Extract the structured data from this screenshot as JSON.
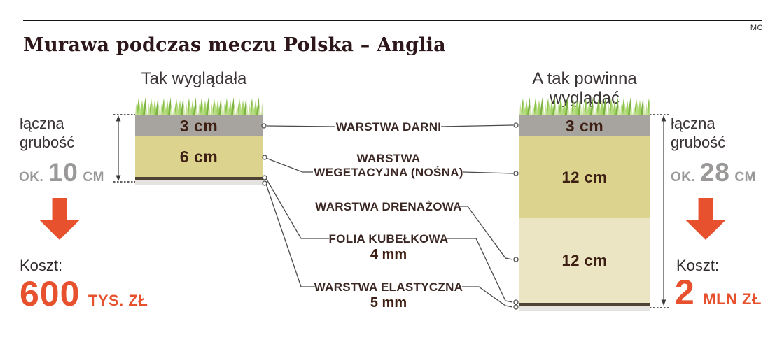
{
  "meta": {
    "credit": "MC"
  },
  "title": "Murawa podczas meczu Polska – Anglia",
  "left_column": {
    "heading": "Tak wyglądała",
    "layers": [
      {
        "name": "warstwa darni",
        "label": "3 cm"
      },
      {
        "name": "warstwa wegetacyjna",
        "label": "6 cm"
      }
    ],
    "thickness": {
      "line1": "łączna",
      "line2": "grubość",
      "prefix": "OK.",
      "value": "10",
      "unit": "CM"
    },
    "cost": {
      "label": "Koszt:",
      "value": "600",
      "unit": "TYS. ZŁ"
    }
  },
  "right_column": {
    "heading": "A tak powinna wyglądać",
    "layers": [
      {
        "name": "warstwa darni",
        "label": "3 cm"
      },
      {
        "name": "warstwa wegetacyjna",
        "label": "12 cm"
      },
      {
        "name": "warstwa drenazowa",
        "label": "12 cm"
      }
    ],
    "thickness": {
      "line1": "łączna",
      "line2": "grubość",
      "prefix": "OK.",
      "value": "28",
      "unit": "CM"
    },
    "cost": {
      "label": "Koszt:",
      "value": "2",
      "unit": "MLN ZŁ"
    }
  },
  "layer_labels": {
    "darni": "WARSTWA DARNI",
    "wegetacyjna_line1": "WARSTWA",
    "wegetacyjna_line2": "WEGETACYJNA (NOŚNA)",
    "drenazowa": "WARSTWA DRENAŻOWA",
    "folia": "FOLIA KUBEŁKOWA",
    "folia_size": "4 mm",
    "elastyczna": "WARSTWA ELASTYCZNA",
    "elastyczna_size": "5 mm"
  },
  "colors": {
    "accent_red": "#e7512e",
    "layer_gray": "#a7a39e",
    "layer_khaki": "#dcd48e",
    "layer_cream": "#ece5c4",
    "strip_brown": "#4e4234",
    "strip_light": "#e4e3df",
    "muted_number": "#9b9998"
  }
}
